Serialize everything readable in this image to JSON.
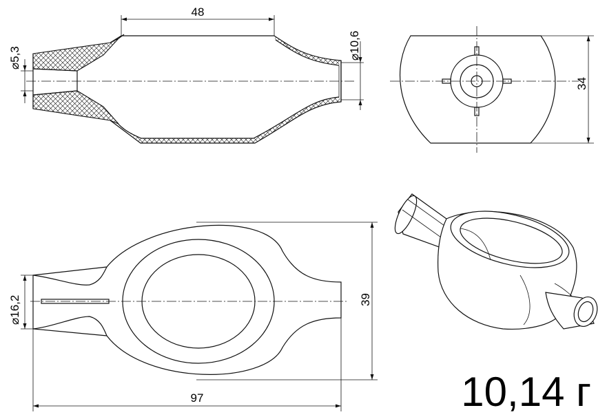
{
  "dimensions": {
    "top_length": "48",
    "top_left_diameter": "⌀5,3",
    "top_right_diameter": "⌀10,6",
    "side_height": "34",
    "bottom_left_diameter": "⌀16,2",
    "bottom_height": "39",
    "bottom_length": "97"
  },
  "weight_label": "10,14 г"
}
